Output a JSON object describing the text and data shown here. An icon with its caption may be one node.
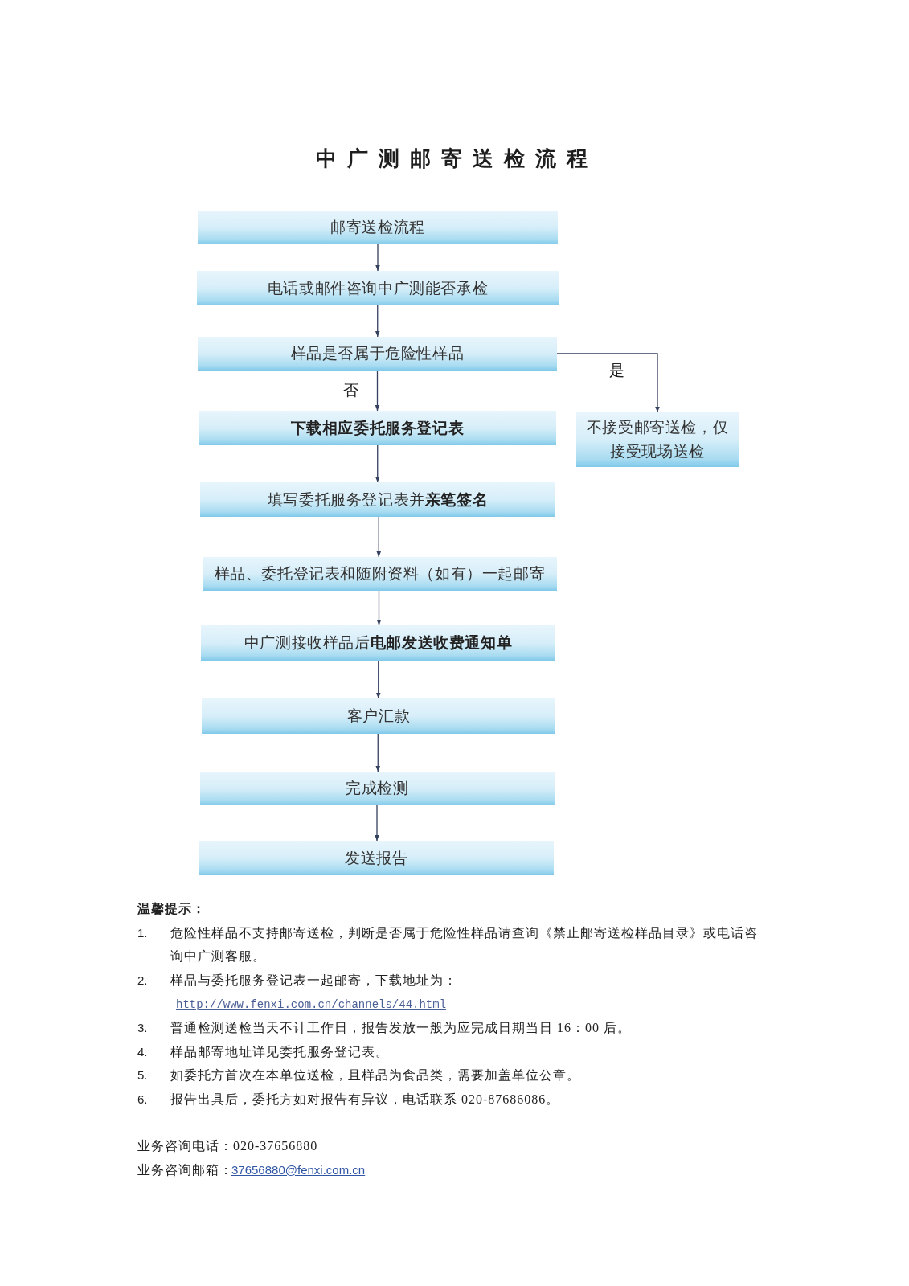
{
  "diagram": {
    "title": "中广测邮寄送检流程",
    "nodes": [
      {
        "text": [
          "邮寄送检流程"
        ]
      },
      {
        "text": [
          "电话或邮件咨询中广测能否承检"
        ]
      },
      {
        "text": [
          "样品是否属于危险性样品"
        ]
      },
      {
        "text": [
          "下载相应委托服务登记表"
        ]
      },
      {
        "text": [
          "不接受邮寄送检，仅接受现场送检"
        ]
      },
      {
        "text": [
          "填写委托服务登记表并**亲笔签名**"
        ]
      },
      {
        "text": [
          "样品、委托登记表和随附资料（如有）一起邮寄"
        ]
      },
      {
        "text": [
          "中广测接收样品后**电邮发送收费通知单**"
        ]
      },
      {
        "text": [
          "客户汇款"
        ]
      },
      {
        "text": [
          "完成检测"
        ]
      },
      {
        "text": [
          "发送报告"
        ]
      }
    ],
    "edges": [
      {
        "from": 0,
        "to": 1,
        "arrow": "to"
      },
      {
        "from": 1,
        "to": 2,
        "arrow": "to"
      },
      {
        "from": 2,
        "to": 3,
        "arrow": "to",
        "label": "否"
      },
      {
        "from": 2,
        "to": 4,
        "arrow": "to",
        "label": "是"
      },
      {
        "from": 3,
        "to": 5,
        "arrow": "to"
      },
      {
        "from": 5,
        "to": 6,
        "arrow": "to"
      },
      {
        "from": 6,
        "to": 7,
        "arrow": "to"
      },
      {
        "from": 7,
        "to": 8,
        "arrow": "to"
      },
      {
        "from": 8,
        "to": 9,
        "arrow": "to"
      },
      {
        "from": 9,
        "to": 10,
        "arrow": "to"
      }
    ],
    "labels": [
      "温馨提示：",
      "1.",
      "危险性样品不支持邮寄送检，判断是否属于危险性样品请查询《禁止邮寄送检样品目录》或电话咨询中广测客服。",
      "2.",
      "样品与委托服务登记表一起邮寄，下载地址为：",
      "http://www.fenxi.com.cn/channels/44.html",
      "3.",
      "普通检测送检当天不计工作日，报告发放一般为应完成日期当日 16：00 后。",
      "4.",
      "样品邮寄地址详见委托服务登记表。",
      "5.",
      "如委托方首次在本单位送检，且样品为食品类，需要加盖单位公章。",
      "6.",
      "报告出具后，委托方如对报告有异议，电话联系 020-87686086。",
      "业务咨询电话：020-37656880",
      "业务咨询邮箱：",
      "37656880@fenxi.com.cn"
    ]
  }
}
